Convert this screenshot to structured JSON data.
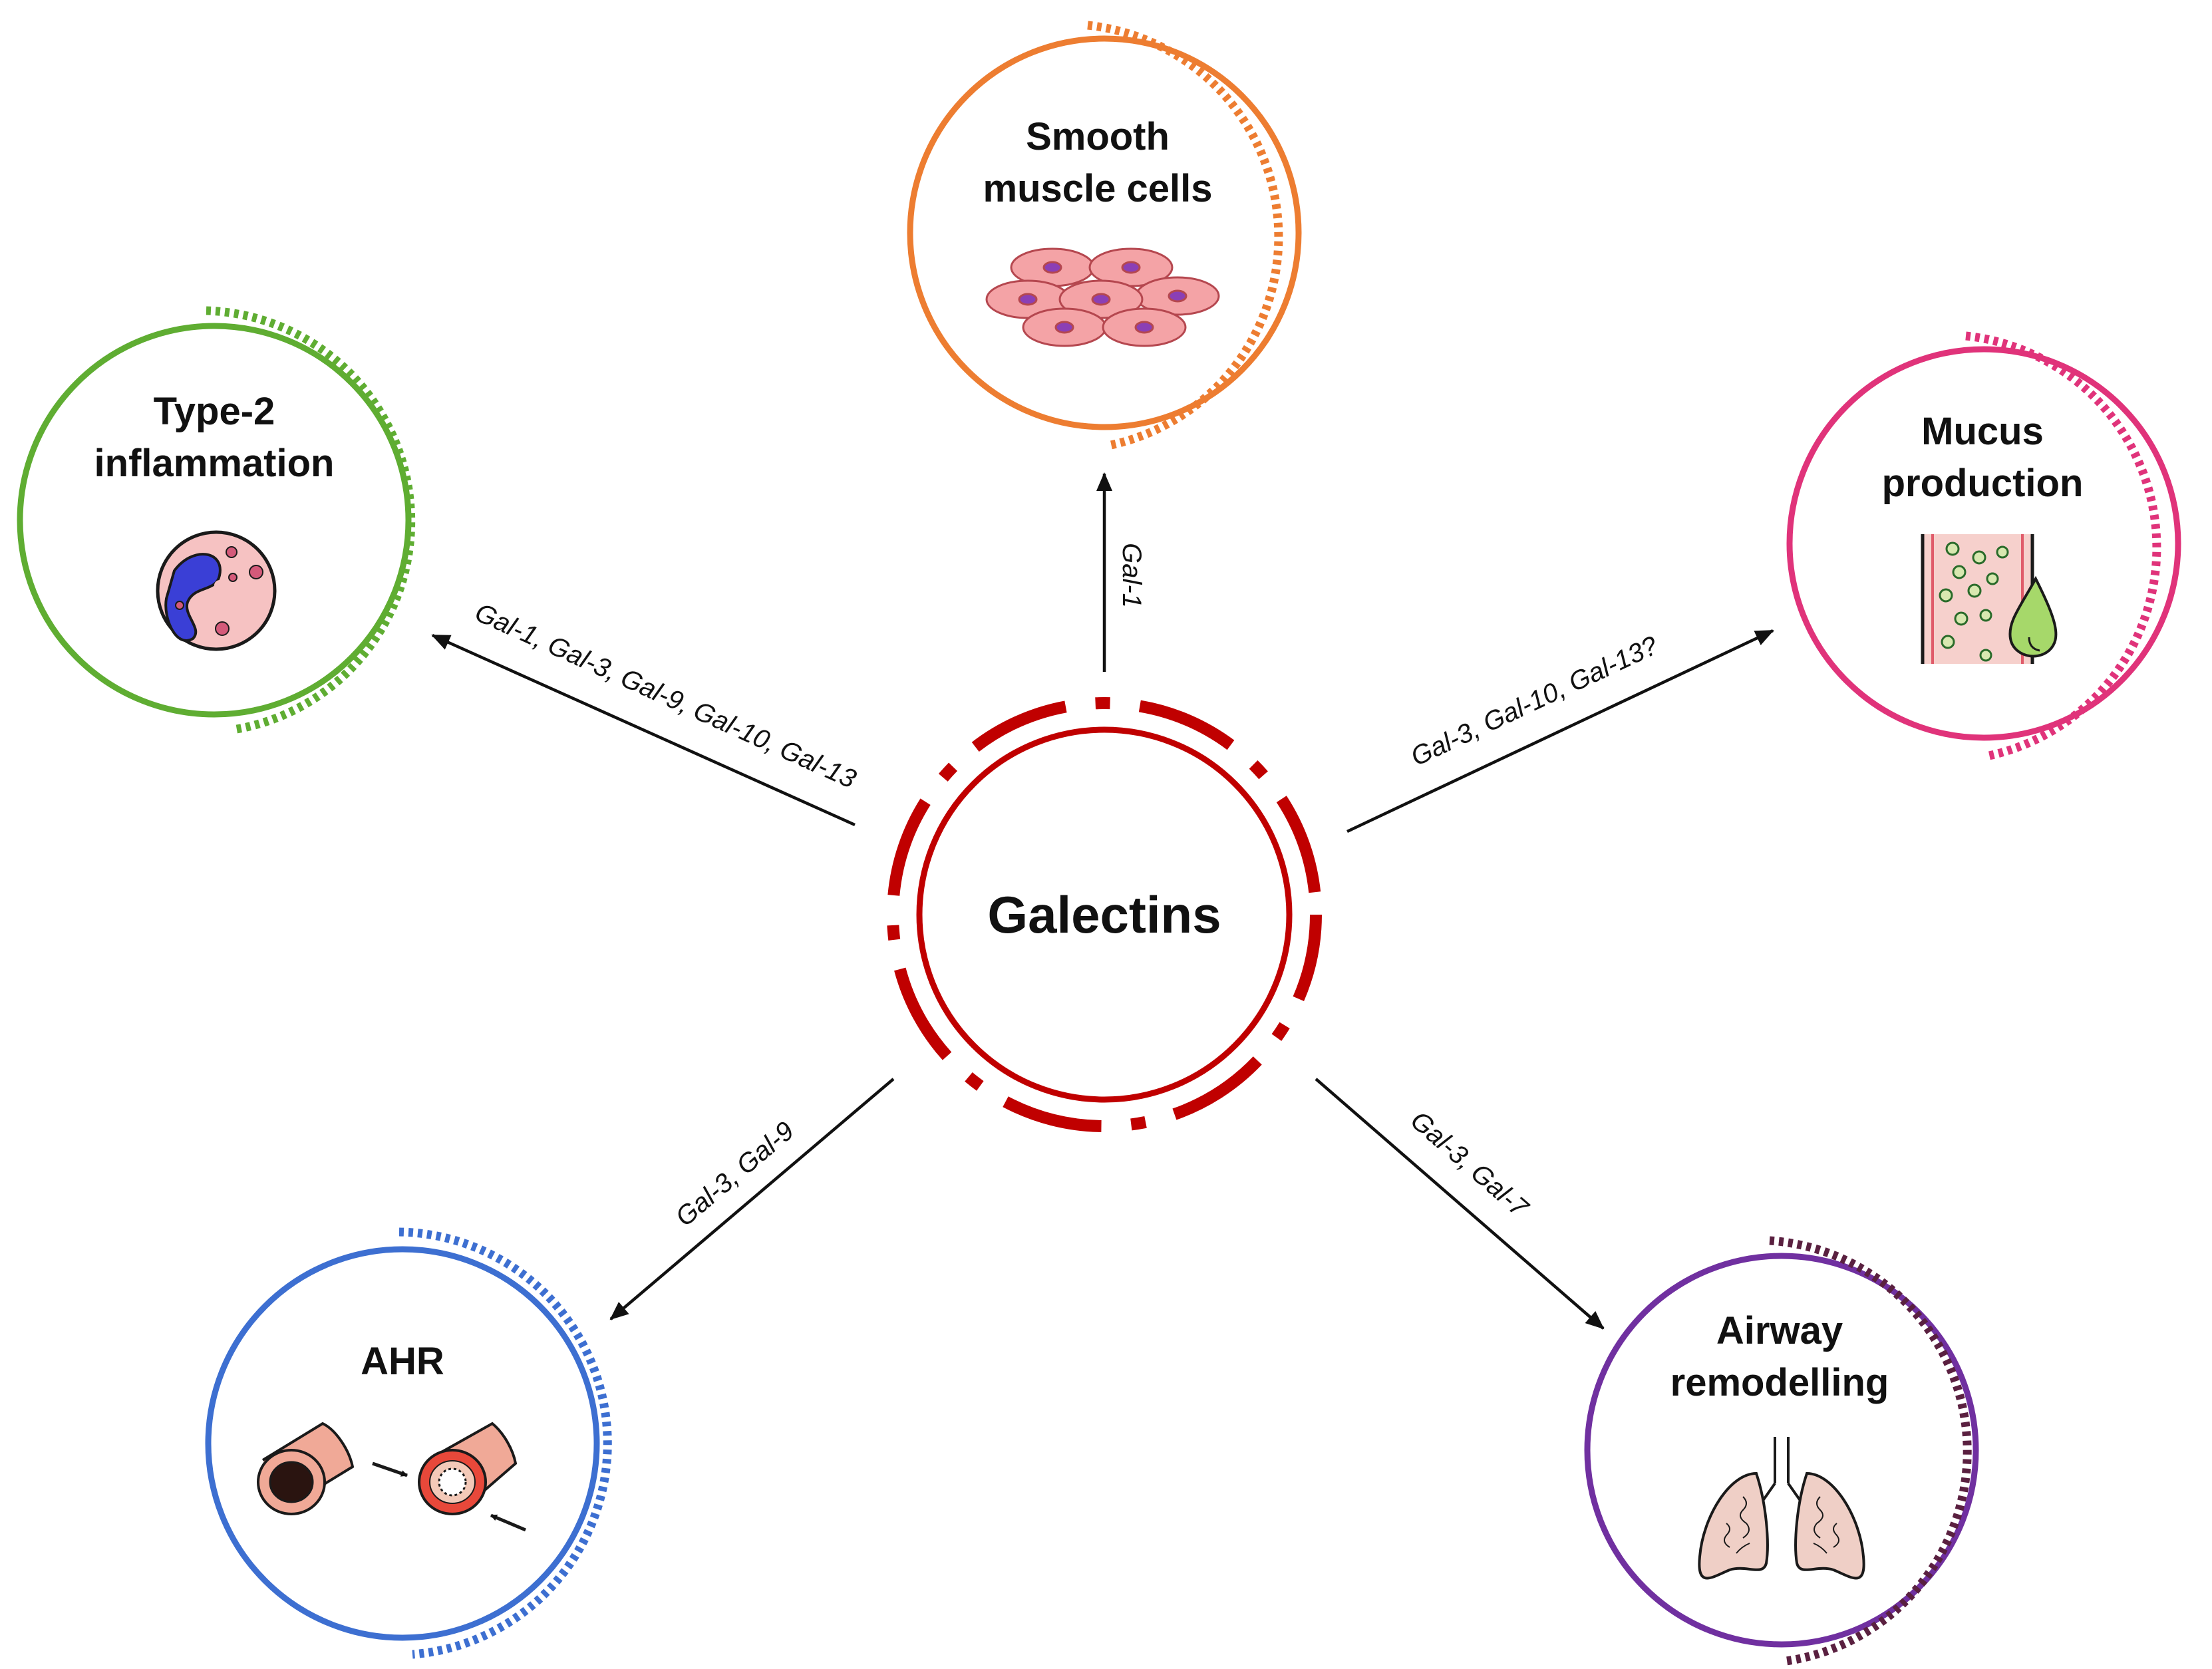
{
  "center": {
    "label": "Galectins",
    "color": "#c00000"
  },
  "nodes": {
    "smooth_muscle": {
      "title": [
        "Smooth",
        "muscle cells"
      ],
      "color": "#ed7d31",
      "icon": "smooth-muscle-cells-icon"
    },
    "type2": {
      "title": [
        "Type-2",
        "inflammation"
      ],
      "color": "#5fad32",
      "icon": "eosinophil-icon"
    },
    "mucus": {
      "title": [
        "Mucus",
        "production"
      ],
      "color": "#e0337a",
      "icon": "mucus-airway-icon"
    },
    "ahr": {
      "title": [
        "AHR"
      ],
      "color": "#3d6fd1",
      "icon": "airway-constriction-icon"
    },
    "remodelling": {
      "title": [
        "Airway",
        "remodelling"
      ],
      "color": "#7030a0",
      "icon": "lungs-icon"
    }
  },
  "edges": {
    "smooth_muscle": "Gal-1",
    "type2": "Gal-1, Gal-3, Gal-9, Gal-10, Gal-13",
    "mucus": "Gal-3, Gal-10, Gal-13?",
    "ahr": "Gal-3, Gal-9",
    "remodelling": "Gal-3, Gal-7"
  }
}
